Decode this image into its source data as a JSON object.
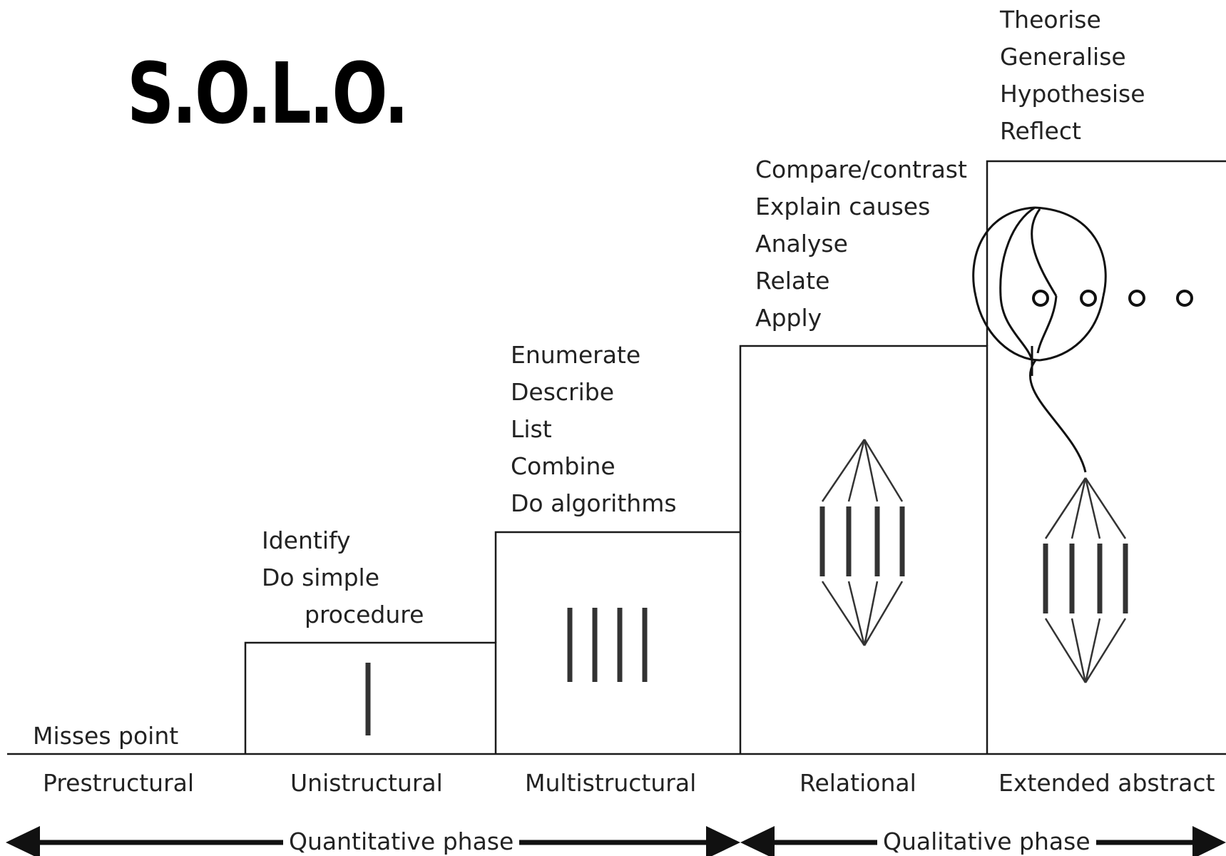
{
  "title": "S.O.L.O.",
  "colors": {
    "line": "#000000",
    "text": "#222222",
    "background": "#ffffff"
  },
  "levels": [
    {
      "name": "Prestructural",
      "verbs": [
        "Misses point"
      ]
    },
    {
      "name": "Unistructural",
      "verbs": [
        "Identify",
        "Do simple",
        "procedure"
      ]
    },
    {
      "name": "Multistructural",
      "verbs": [
        "Enumerate",
        "Describe",
        "List",
        "Combine",
        "Do algorithms"
      ]
    },
    {
      "name": "Relational",
      "verbs": [
        "Compare/contrast",
        "Explain causes",
        "Analyse",
        "Relate",
        "Apply"
      ]
    },
    {
      "name": "Extended abstract",
      "verbs": [
        "Theorise",
        "Generalise",
        "Hypothesise",
        "Reflect"
      ]
    }
  ],
  "phases": [
    {
      "label": "Quantitative phase"
    },
    {
      "label": "Qualitative phase"
    }
  ]
}
